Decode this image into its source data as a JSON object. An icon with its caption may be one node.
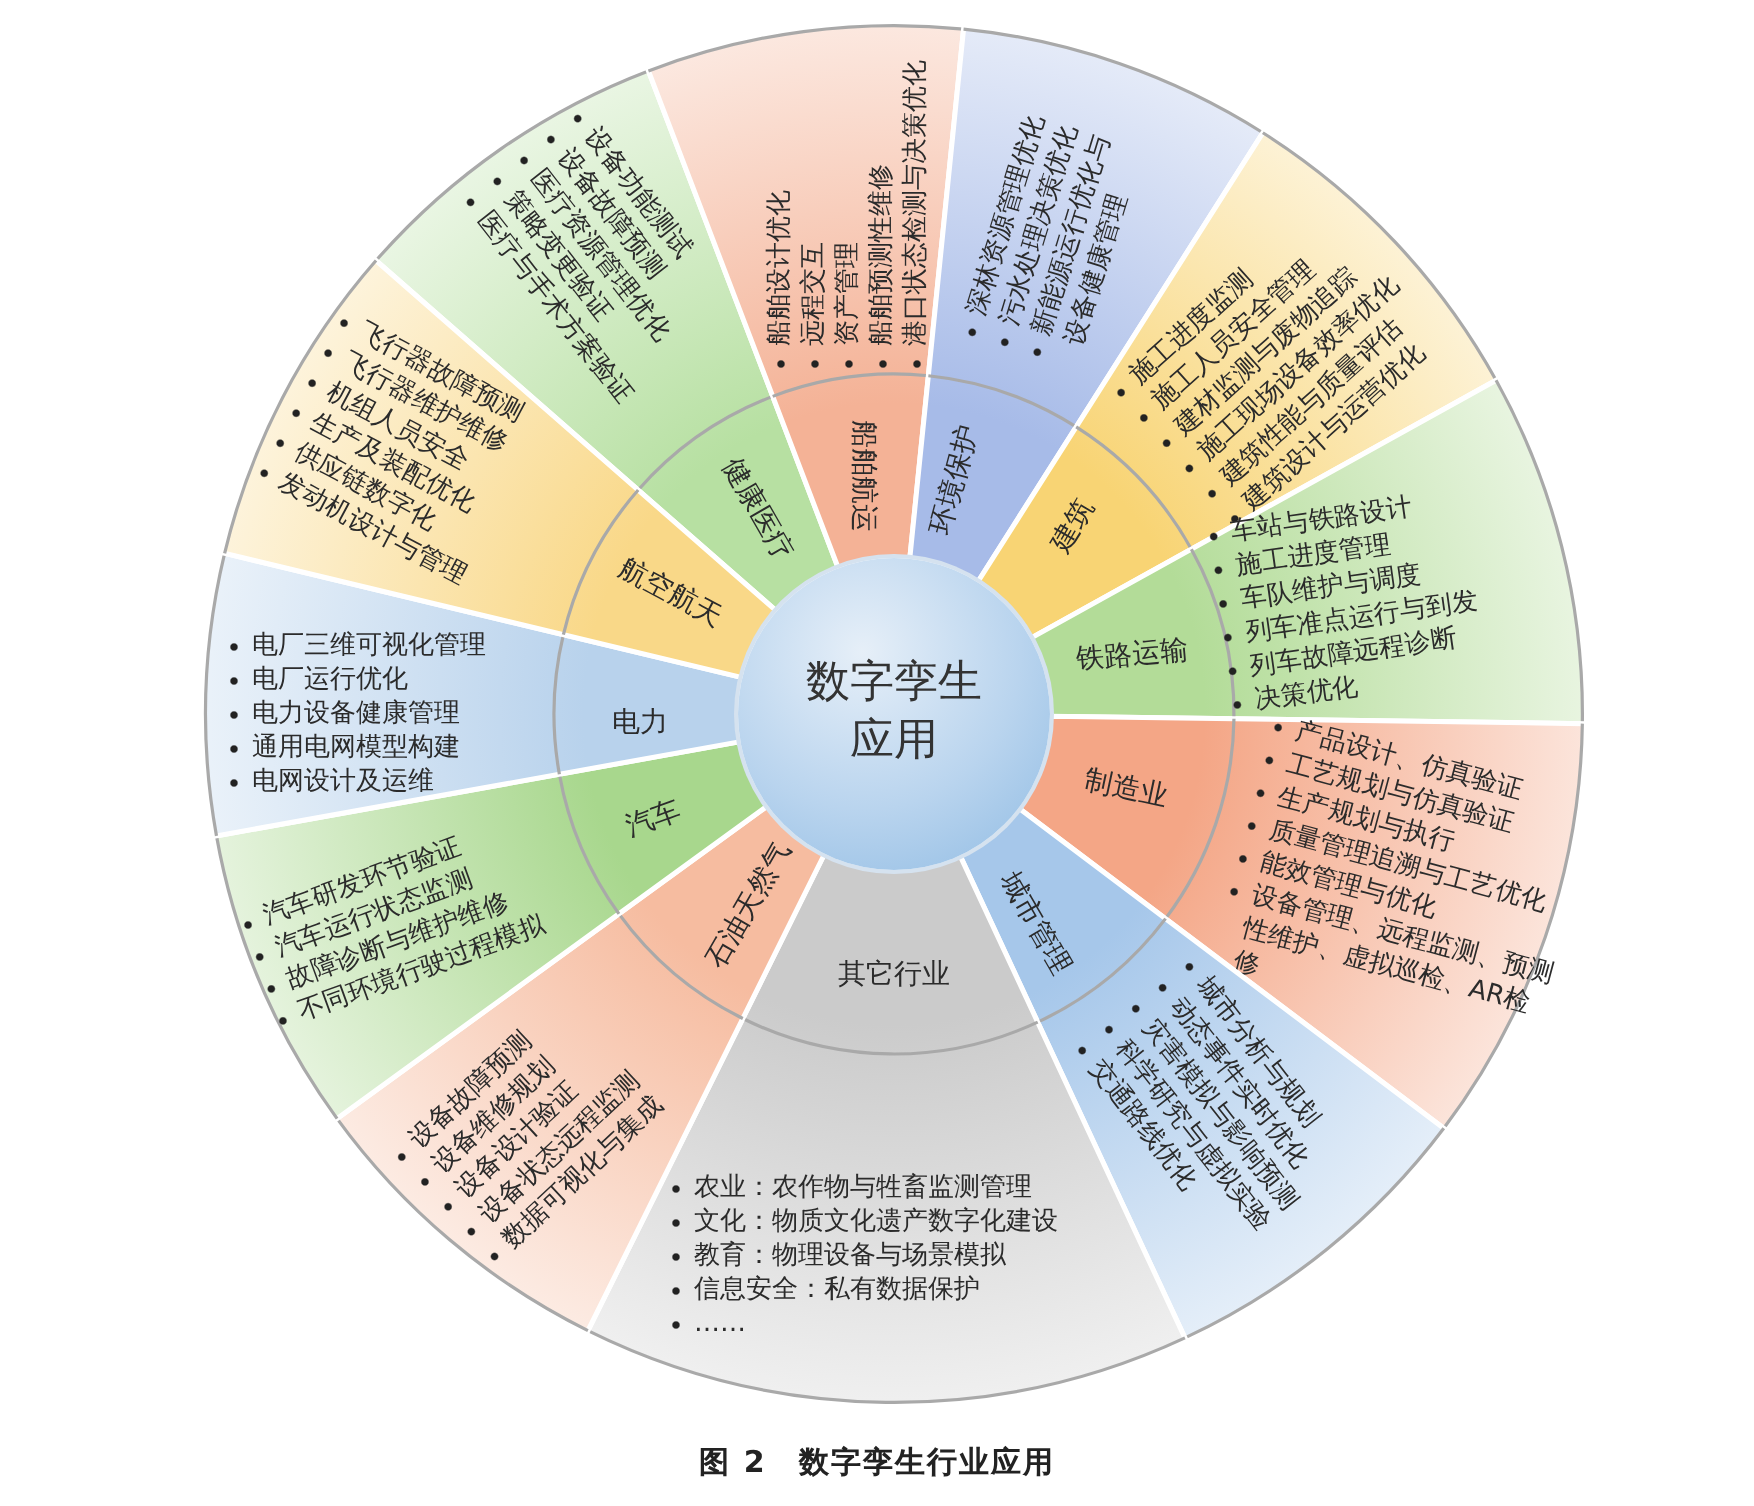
{
  "diagram": {
    "caption": "图 2　数字孪生行业应用",
    "nodes": [
      {
        "text": [
          "数字孪生应用"
        ]
      },
      {
        "text": [
          "健康医疗",
          "设备功能测试",
          "设备故障预测",
          "医疗资源管理优化",
          "策略变更验证",
          "医疗与手术方案验证"
        ]
      },
      {
        "text": [
          "船舶航运",
          "船舶设计优化",
          "远程交互",
          "资产管理",
          "船舶预测性维修",
          "港口状态检测与决策优化"
        ]
      },
      {
        "text": [
          "环境保护",
          "深林资源管理优化",
          "污水处理决策优化",
          "新能源运行优化与设备健康管理"
        ]
      },
      {
        "text": [
          "建筑",
          "施工进度监测",
          "施工人员安全管理",
          "建材监测与废物追踪",
          "施工现场设备效率优化",
          "建筑性能与质量评估",
          "建筑设计与运营优化"
        ]
      },
      {
        "text": [
          "铁路运输",
          "车站与铁路设计",
          "施工进度管理",
          "车队维护与调度",
          "列车准点运行与到发",
          "列车故障远程诊断",
          "决策优化"
        ]
      },
      {
        "text": [
          "制造业",
          "产品设计、仿真验证",
          "工艺规划与仿真验证",
          "生产规划与执行",
          "质量管理追溯与工艺优化",
          "能效管理与优化",
          "设备管理、远程监测、预测性维护、虚拟巡检、AR检修"
        ]
      },
      {
        "text": [
          "城市管理",
          "城市分析与规划",
          "动态事件实时优化",
          "灾害模拟与影响预测",
          "科学研究与虚拟实验",
          "交通路线优化"
        ]
      },
      {
        "text": [
          "其它行业",
          "农业：农作物与牲畜监测管理",
          "文化：物质文化遗产数字化建设",
          "教育：物理设备与场景模拟",
          "信息安全：私有数据保护",
          "……"
        ]
      },
      {
        "text": [
          "石油天然气",
          "设备故障预测",
          "设备维修规划",
          "设备设计验证",
          "设备状态远程监测",
          "数据可视化与集成"
        ]
      },
      {
        "text": [
          "汽车",
          "汽车研发环节验证",
          "汽车运行状态监测",
          "故障诊断与维护维修",
          "不同环境行驶过程模拟"
        ]
      },
      {
        "text": [
          "电力",
          "电厂三维可视化管理",
          "电厂运行优化",
          "电力设备健康管理",
          "通用电网模型构建",
          "电网设计及运维"
        ]
      },
      {
        "text": [
          "航空航天",
          "飞行器故障预测",
          "飞行器维护维修",
          "机组人员安全",
          "生产及装配优化",
          "供应链数字化",
          "发动机设计与管理"
        ]
      }
    ]
  }
}
